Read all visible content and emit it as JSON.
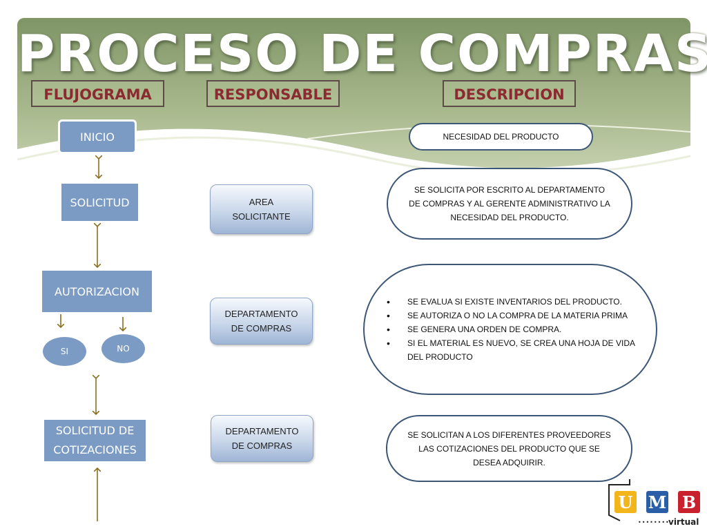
{
  "title": "PROCESO DE COMPRAS",
  "columns": {
    "flujograma": "FLUJOGRAMA",
    "responsable": "RESPONSABLE",
    "descripcion": "DESCRIPCION"
  },
  "flow": {
    "inicio": "INICIO",
    "solicitud": "SOLICITUD",
    "autorizacion": "AUTORIZACION",
    "si": "SI",
    "no": "NO",
    "cotizaciones_line1": "SOLICITUD DE",
    "cotizaciones_line2": "COTIZACIONES"
  },
  "responsables": {
    "r1_line1": "AREA",
    "r1_line2": "SOLICITANTE",
    "r2_line1": "DEPARTAMENTO",
    "r2_line2": "DE COMPRAS",
    "r3_line1": "DEPARTAMENTO",
    "r3_line2": "DE COMPRAS"
  },
  "descriptions": {
    "d0": "NECESIDAD DEL PRODUCTO",
    "d1_line1": "SE SOLICITA POR ESCRITO AL DEPARTAMENTO",
    "d1_line2": "DE COMPRAS Y AL GERENTE ADMINISTRATIVO LA",
    "d1_line3": "NECESIDAD DEL PRODUCTO.",
    "d2_items": [
      "SE EVALUA SI EXISTE INVENTARIOS DEL PRODUCTO.",
      "SE AUTORIZA O NO LA COMPRA DE LA MATERIA PRIMA",
      "SE GENERA UNA ORDEN DE COMPRA.",
      "SI EL MATERIAL ES NUEVO, SE CREA UNA HOJA DE VIDA DEL PRODUCTO"
    ],
    "d3_line1": "SE SOLICITAN A LOS DIFERENTES PROVEEDORES",
    "d3_line2": "LAS COTIZACIONES DEL PRODUCTO QUE SE",
    "d3_line3": "DESEA ADQUIRIR."
  },
  "logo": {
    "letter1": "U",
    "letter2": "M",
    "letter3": "B",
    "tagline": "virtual",
    "colors": {
      "u": "#f2b51c",
      "m": "#2a5fa8",
      "b": "#c8202c"
    }
  },
  "colors": {
    "flow_box": "#7b9bc4",
    "heading_text": "#8c2a31",
    "arrow": "#8a6d1e",
    "banner": "#7f9566"
  }
}
